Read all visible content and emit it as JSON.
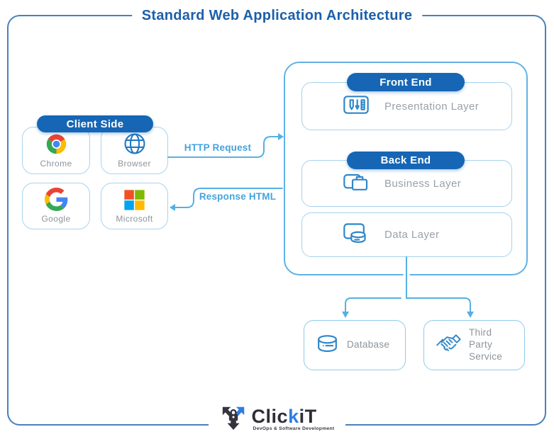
{
  "title": "Standard Web Application Architecture",
  "client_side": {
    "badge": "Client Side",
    "items": [
      {
        "label": "Chrome",
        "icon": "chrome-icon"
      },
      {
        "label": "Browser",
        "icon": "globe-icon"
      },
      {
        "label": "Google",
        "icon": "google-icon"
      },
      {
        "label": "Microsoft",
        "icon": "microsoft-icon"
      }
    ]
  },
  "flows": {
    "request_label": "HTTP Request",
    "response_label": "Response HTML"
  },
  "architecture": {
    "front_end": {
      "badge": "Front End",
      "layer_label": "Presentation Layer",
      "icon": "design-tools-icon"
    },
    "back_end": {
      "badge": "Back End",
      "business_label": "Business Layer",
      "business_icon": "briefcase-icon",
      "data_label": "Data Layer",
      "data_icon": "data-screen-icon"
    }
  },
  "services": {
    "database_label": "Database",
    "database_icon": "database-cylinder-icon",
    "third_party_label": "Third Party Service",
    "third_party_icon": "handshake-icon"
  },
  "footer": {
    "brand_prefix": "Clic",
    "brand_highlight": "k",
    "brand_suffix": "iT",
    "tagline": "DevOps & Software Development"
  },
  "colors": {
    "title_blue": "#1c5fa9",
    "badge_blue": "#1666b5",
    "arrow_blue": "#56b0e2",
    "frame_border": "#4a80b8",
    "big_box_border": "#62b1e4",
    "inner_box_border": "#a5d2ef",
    "client_box_border": "#a9d3ee",
    "label_gray": "#99a1a9",
    "icon_blue": "#2e86c9",
    "brand_dark": "#2e2e38",
    "brand_blue": "#2f7de1"
  }
}
